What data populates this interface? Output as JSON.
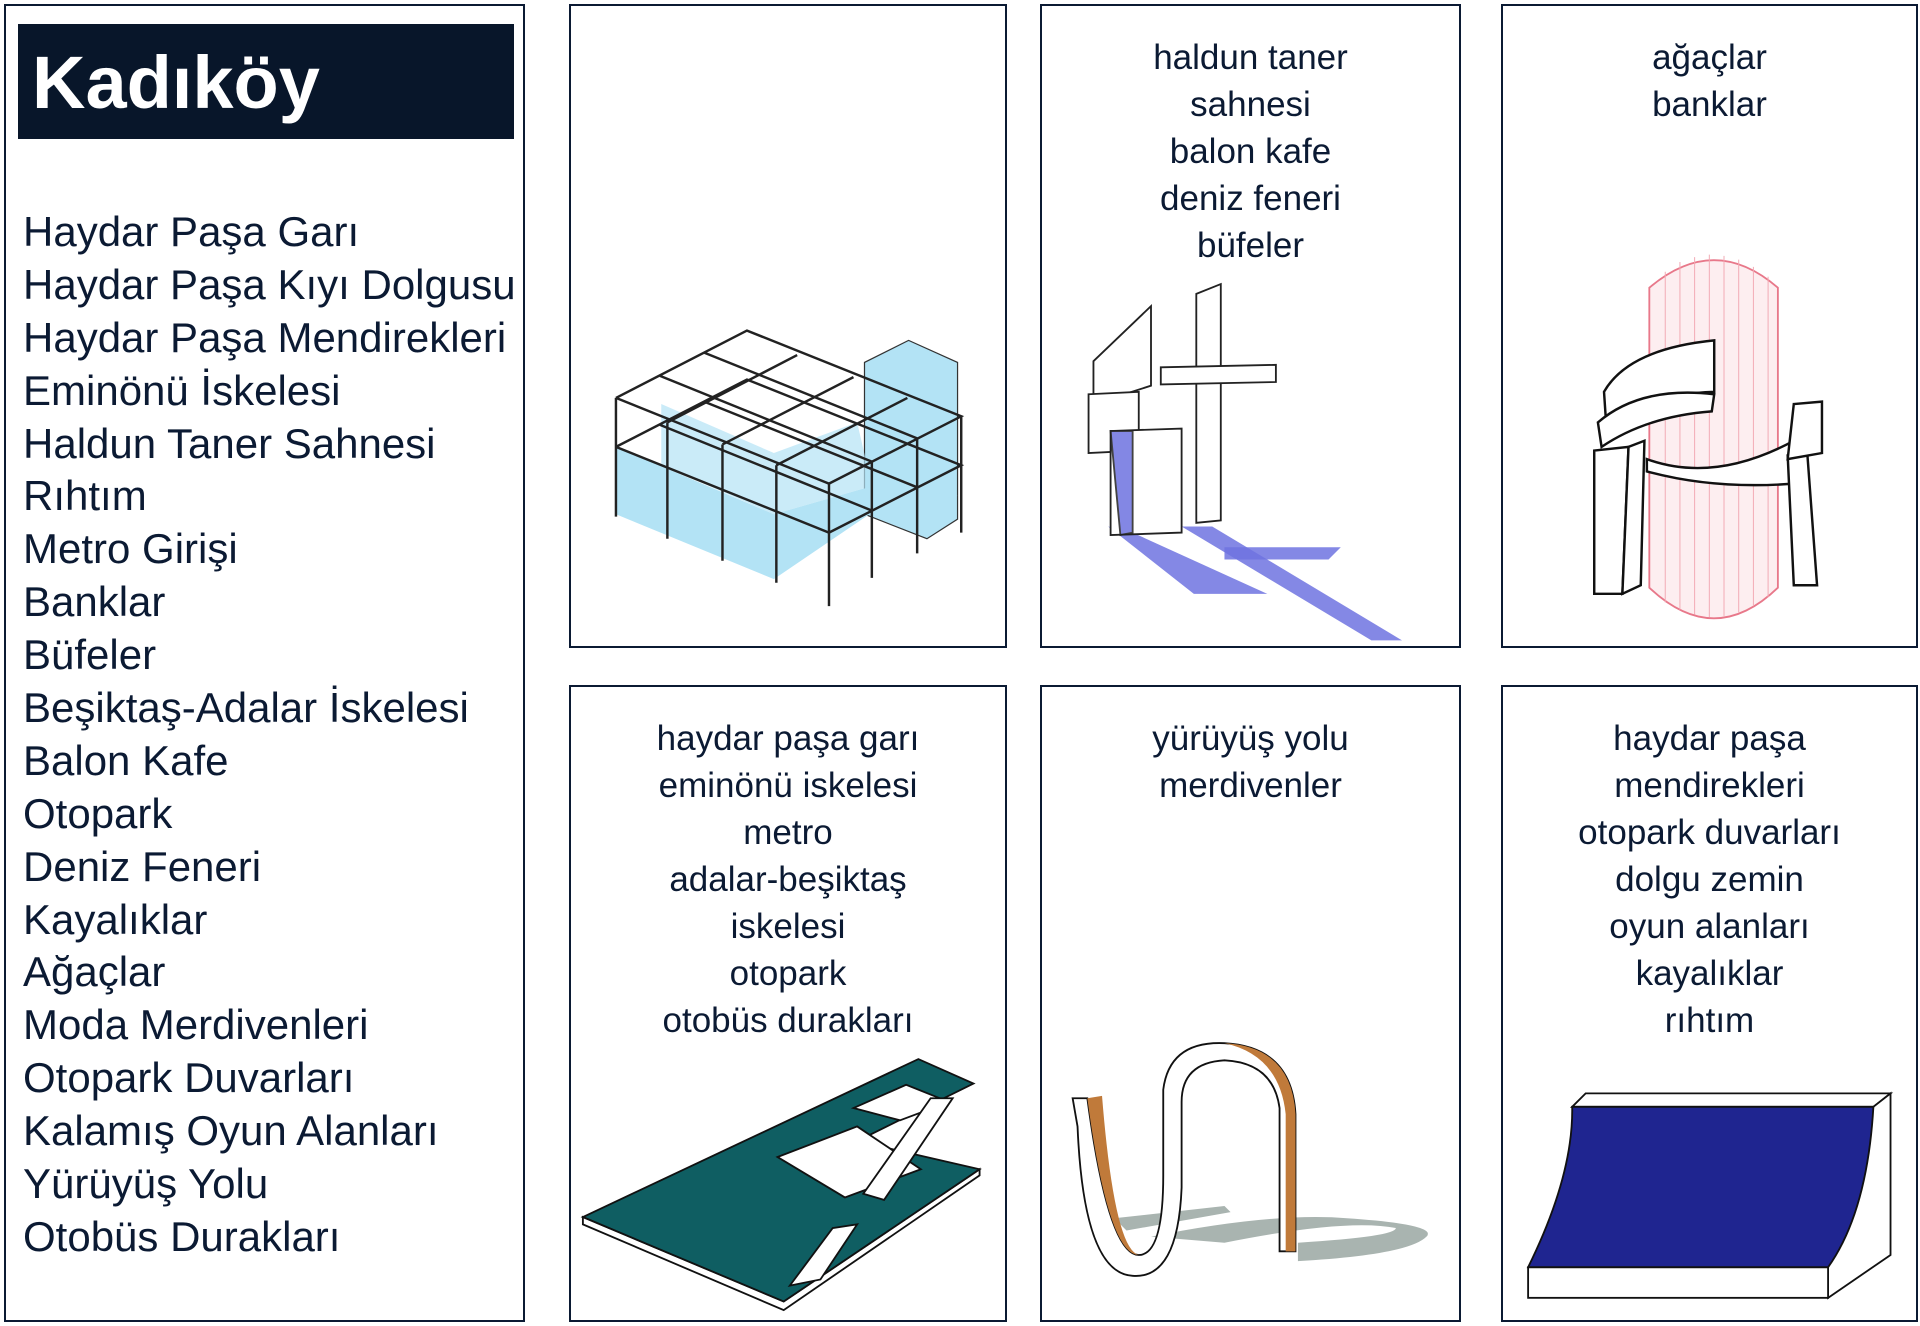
{
  "sidebar": {
    "title": "Kadıköy",
    "items": [
      "Haydar Paşa Garı",
      "Haydar Paşa Kıyı Dolgusu",
      "Haydar Paşa Mendirekleri",
      "Eminönü İskelesi",
      "Haldun Taner Sahnesi",
      "Rıhtım",
      "Metro Girişi",
      "Banklar",
      "Büfeler",
      "Beşiktaş-Adalar İskelesi",
      "Balon Kafe",
      "Otopark",
      "Deniz Feneri",
      "Kayalıklar",
      "Ağaçlar",
      "Moda Merdivenleri",
      "Otopark Duvarları",
      "Kalamış Oyun Alanları",
      "Yürüyüş Yolu",
      "Otobüs Durakları"
    ]
  },
  "cards": [
    {
      "lines": []
    },
    {
      "lines": [
        "haldun taner",
        "sahnesi",
        "balon kafe",
        "deniz feneri",
        "büfeler"
      ]
    },
    {
      "lines": [
        "ağaçlar",
        "banklar"
      ]
    },
    {
      "lines": [
        "haydar paşa garı",
        "eminönü iskelesi",
        "metro",
        "adalar-beşiktaş",
        "iskelesi",
        "otopark",
        "otobüs durakları"
      ]
    },
    {
      "lines": [
        "yürüyüş yolu",
        "merdivenler"
      ]
    },
    {
      "lines": [
        "haydar paşa",
        "mendirekleri",
        "otopark duvarları",
        "dolgu zemin",
        "oyun alanları",
        "kayalıklar",
        "rıhtım"
      ]
    }
  ],
  "colors": {
    "navy": "#08162a",
    "light_blue": "#b3e3f5",
    "violet": "#6e73e0",
    "pink": "#e8788a",
    "teal": "#0f5e62",
    "orange": "#c07a3a",
    "deep_blue": "#1f2590",
    "gray_shadow": "#a9b4b0"
  }
}
